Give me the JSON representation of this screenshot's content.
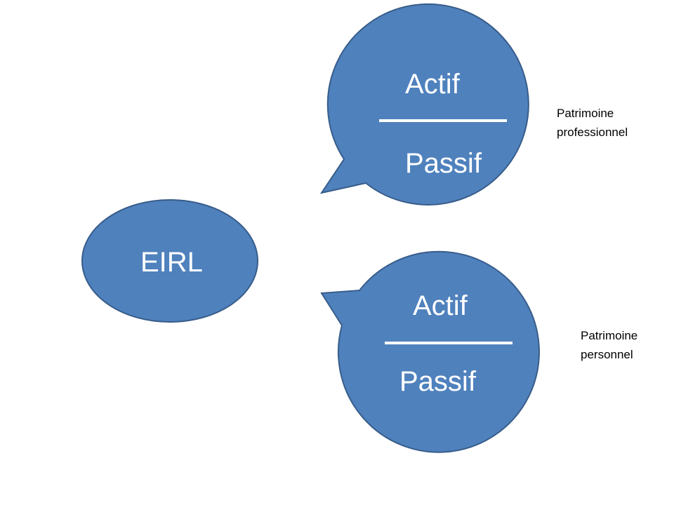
{
  "colors": {
    "shape_fill": "#4f81bd",
    "shape_stroke": "#385d8a",
    "shape_text": "#ffffff",
    "side_text": "#000000",
    "background": "#ffffff"
  },
  "center": {
    "label": "EIRL"
  },
  "top_bubble": {
    "actif": "Actif",
    "passif": "Passif",
    "caption_line1": "Patrimoine",
    "caption_line2": "professionnel"
  },
  "bottom_bubble": {
    "actif": "Actif",
    "passif": "Passif",
    "caption_line1": "Patrimoine",
    "caption_line2": "personnel"
  }
}
